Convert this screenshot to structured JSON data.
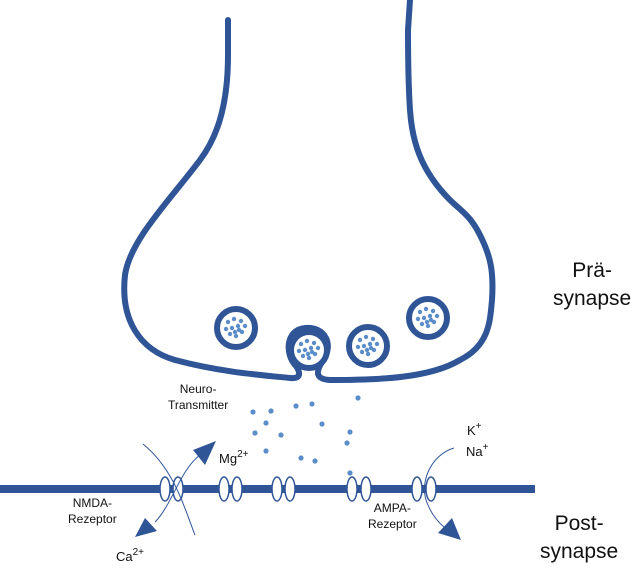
{
  "labels": {
    "presynapse": [
      "Prä-",
      "synapse"
    ],
    "postsynapse": [
      "Post-",
      "synapse"
    ],
    "neurotransmitter": [
      "Neuro-",
      "Transmitter"
    ],
    "nmda_receptor": [
      "NMDA-",
      "Rezeptor"
    ],
    "ampa_receptor": [
      "AMPA-",
      "Rezeptor"
    ]
  },
  "ions": {
    "mg": {
      "base": "Mg",
      "charge": "2+"
    },
    "ca": {
      "base": "Ca",
      "charge": "2+"
    },
    "k": {
      "base": "K",
      "charge": "+"
    },
    "na": {
      "base": "Na",
      "charge": "+"
    }
  },
  "colors": {
    "membrane": "#2f5597",
    "transmitter": "#5b8ec9",
    "channel_outline": "#2f5597"
  }
}
